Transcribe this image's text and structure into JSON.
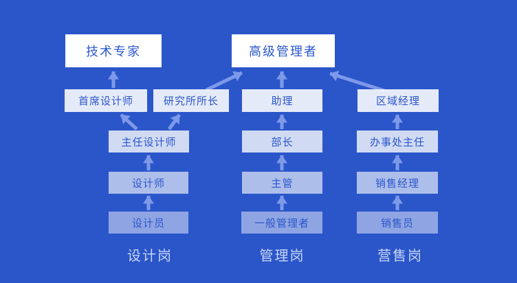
{
  "diagram": {
    "title": "career-path-org-diagram",
    "nodes": {
      "tech_expert": {
        "label": "技术专家"
      },
      "senior_manager": {
        "label": "高级管理者"
      },
      "chief_designer": {
        "label": "首席设计师"
      },
      "institute_director": {
        "label": "研究所所长"
      },
      "assistant": {
        "label": "助理"
      },
      "regional_manager": {
        "label": "区域经理"
      },
      "director_designer": {
        "label": "主任设计师"
      },
      "department_head": {
        "label": "部长"
      },
      "office_director": {
        "label": "办事处主任"
      },
      "designer": {
        "label": "设计师"
      },
      "supervisor": {
        "label": "主管"
      },
      "sales_manager": {
        "label": "销售经理"
      },
      "junior_designer": {
        "label": "设计员"
      },
      "general_manager": {
        "label": "一般管理者"
      },
      "salesperson": {
        "label": "销售员"
      }
    },
    "column_labels": {
      "design": "设计岗",
      "management": "管理岗",
      "sales": "营售岗"
    },
    "edges": [
      {
        "from": "首席设计师",
        "to": "技术专家"
      },
      {
        "from": "研究所所长",
        "to": "高级管理者"
      },
      {
        "from": "助理",
        "to": "高级管理者"
      },
      {
        "from": "区域经理",
        "to": "高级管理者"
      },
      {
        "from": "主任设计师",
        "to": "首席设计师"
      },
      {
        "from": "主任设计师",
        "to": "研究所所长"
      },
      {
        "from": "设计师",
        "to": "主任设计师"
      },
      {
        "from": "设计员",
        "to": "设计师"
      },
      {
        "from": "部长",
        "to": "助理"
      },
      {
        "from": "主管",
        "to": "部长"
      },
      {
        "from": "一般管理者",
        "to": "主管"
      },
      {
        "from": "办事处主任",
        "to": "区域经理"
      },
      {
        "from": "销售经理",
        "to": "办事处主任"
      },
      {
        "from": "销售员",
        "to": "销售经理"
      }
    ]
  },
  "colors": {
    "background": "#2b56ca",
    "node_bg": "#ffffff",
    "node_text": "#2b57cc",
    "arrow": "#7d99e8",
    "column_label": "#c8d6f5"
  }
}
